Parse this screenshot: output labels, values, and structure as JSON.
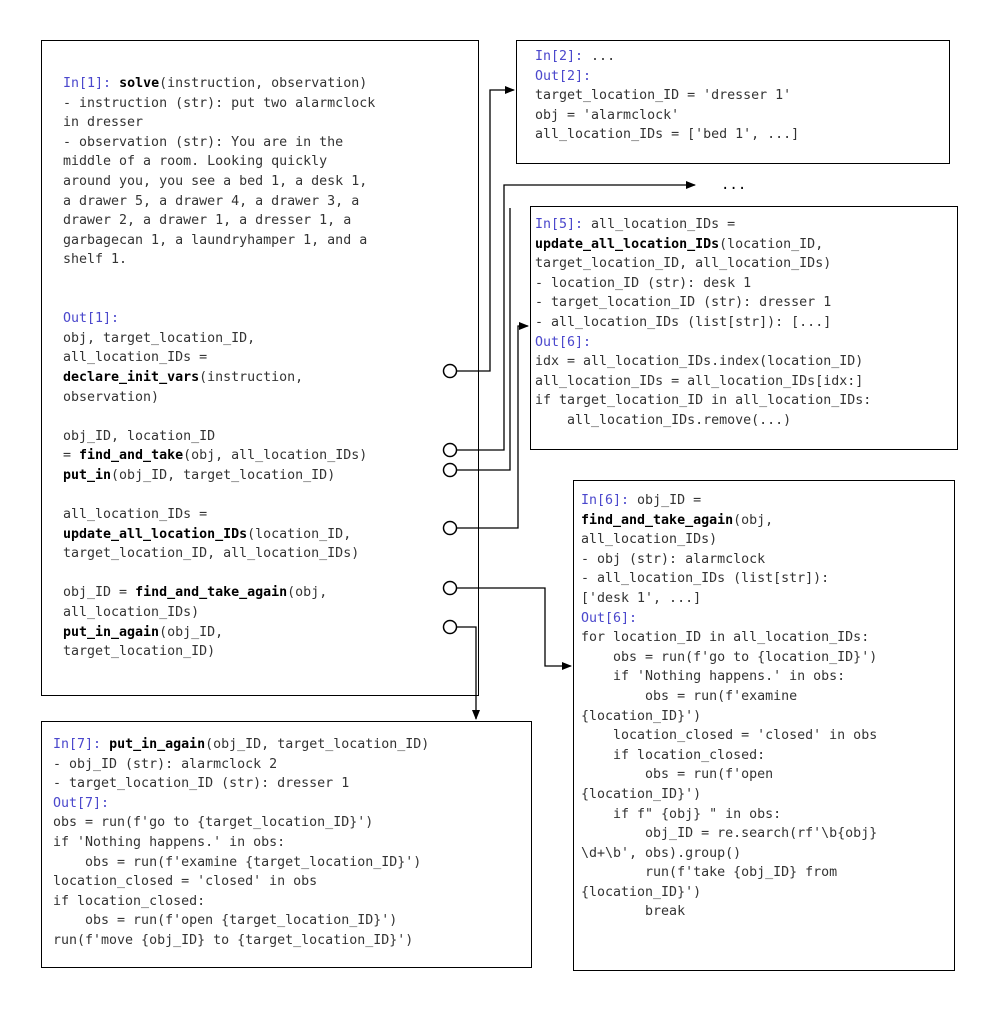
{
  "colors": {
    "prompt_tag": "#4a47cc",
    "text": "#333333",
    "function": "#000000",
    "line": "#000000"
  },
  "boxes": [
    {
      "id": "main-cell",
      "lines": [
        [
          [
            "tag",
            "In[1]:"
          ],
          [
            "txt",
            " "
          ],
          [
            "fn",
            "solve"
          ],
          [
            "txt",
            "(instruction, observation)"
          ]
        ],
        [
          [
            "txt",
            "- instruction (str): put two alarmclock"
          ]
        ],
        [
          [
            "txt",
            "in dresser"
          ]
        ],
        [
          [
            "txt",
            "- observation (str): You are in the"
          ]
        ],
        [
          [
            "txt",
            "middle of a room. Looking quickly"
          ]
        ],
        [
          [
            "txt",
            "around you, you see a bed 1, a desk 1,"
          ]
        ],
        [
          [
            "txt",
            "a drawer 5, a drawer 4, a drawer 3, a"
          ]
        ],
        [
          [
            "txt",
            "drawer 2, a drawer 1, a dresser 1, a"
          ]
        ],
        [
          [
            "txt",
            "garbagecan 1, a laundryhamper 1, and a"
          ]
        ],
        [
          [
            "txt",
            "shelf 1."
          ]
        ],
        [],
        [],
        [
          [
            "tag",
            "Out[1]:"
          ]
        ],
        [
          [
            "txt",
            "obj, target_location_ID,"
          ]
        ],
        [
          [
            "txt",
            "all_location_IDs ="
          ]
        ],
        [
          [
            "fn",
            "declare_init_vars"
          ],
          [
            "txt",
            "(instruction,"
          ]
        ],
        [
          [
            "txt",
            "observation)"
          ]
        ],
        [],
        [
          [
            "txt",
            "obj_ID, location_ID"
          ]
        ],
        [
          [
            "txt",
            "= "
          ],
          [
            "fn",
            "find_and_take"
          ],
          [
            "txt",
            "(obj, all_location_IDs)"
          ]
        ],
        [
          [
            "fn",
            "put_in"
          ],
          [
            "txt",
            "(obj_ID, target_location_ID)"
          ]
        ],
        [],
        [
          [
            "txt",
            "all_location_IDs ="
          ]
        ],
        [
          [
            "fn",
            "update_all_location_IDs"
          ],
          [
            "txt",
            "(location_ID,"
          ]
        ],
        [
          [
            "txt",
            "target_location_ID, all_location_IDs)"
          ]
        ],
        [],
        [
          [
            "txt",
            "obj_ID = "
          ],
          [
            "fn",
            "find_and_take_again"
          ],
          [
            "txt",
            "(obj,"
          ]
        ],
        [
          [
            "txt",
            "all_location_IDs)"
          ]
        ],
        [
          [
            "fn",
            "put_in_again"
          ],
          [
            "txt",
            "(obj_ID,"
          ]
        ],
        [
          [
            "txt",
            "target_location_ID)"
          ]
        ]
      ]
    },
    {
      "id": "cell-2",
      "lines": [
        [
          [
            "tag",
            "In[2]:"
          ],
          [
            "txt",
            " ..."
          ]
        ],
        [
          [
            "tag",
            "Out[2]:"
          ]
        ],
        [
          [
            "txt",
            "target_location_ID = 'dresser 1'"
          ]
        ],
        [
          [
            "txt",
            "obj = 'alarmclock'"
          ]
        ],
        [
          [
            "txt",
            "all_location_IDs = ['bed 1', ...]"
          ]
        ]
      ]
    },
    {
      "id": "cell-5",
      "lines": [
        [
          [
            "tag",
            "In[5]:"
          ],
          [
            "txt",
            " all_location_IDs ="
          ]
        ],
        [
          [
            "fn",
            "update_all_location_IDs"
          ],
          [
            "txt",
            "(location_ID,"
          ]
        ],
        [
          [
            "txt",
            "target_location_ID, all_location_IDs)"
          ]
        ],
        [
          [
            "txt",
            "- location_ID (str): desk 1"
          ]
        ],
        [
          [
            "txt",
            "- target_location_ID (str): dresser 1"
          ]
        ],
        [
          [
            "txt",
            "- all_location_IDs (list[str]): [...]"
          ]
        ],
        [
          [
            "tag",
            "Out[6]:"
          ]
        ],
        [
          [
            "txt",
            "idx = all_location_IDs.index(location_ID)"
          ]
        ],
        [
          [
            "txt",
            "all_location_IDs = all_location_IDs[idx:]"
          ]
        ],
        [
          [
            "txt",
            "if target_location_ID in all_location_IDs:"
          ]
        ],
        [
          [
            "txt",
            "    all_location_IDs.remove(...)"
          ]
        ]
      ]
    },
    {
      "id": "cell-6",
      "lines": [
        [
          [
            "tag",
            "In[6]:"
          ],
          [
            "txt",
            " obj_ID ="
          ]
        ],
        [
          [
            "fn",
            "find_and_take_again"
          ],
          [
            "txt",
            "(obj,"
          ]
        ],
        [
          [
            "txt",
            "all_location_IDs)"
          ]
        ],
        [
          [
            "txt",
            "- obj (str): alarmclock"
          ]
        ],
        [
          [
            "txt",
            "- all_location_IDs (list[str]):"
          ]
        ],
        [
          [
            "txt",
            "['desk 1', ...]"
          ]
        ],
        [
          [
            "tag",
            "Out[6]:"
          ]
        ],
        [
          [
            "txt",
            "for location_ID in all_location_IDs:"
          ]
        ],
        [
          [
            "txt",
            "    obs = run(f'go to {location_ID}')"
          ]
        ],
        [
          [
            "txt",
            "    if 'Nothing happens.' in obs:"
          ]
        ],
        [
          [
            "txt",
            "        obs = run(f'examine"
          ]
        ],
        [
          [
            "txt",
            "{location_ID}')"
          ]
        ],
        [
          [
            "txt",
            "    location_closed = 'closed' in obs"
          ]
        ],
        [
          [
            "txt",
            "    if location_closed:"
          ]
        ],
        [
          [
            "txt",
            "        obs = run(f'open"
          ]
        ],
        [
          [
            "txt",
            "{location_ID}')"
          ]
        ],
        [
          [
            "txt",
            "    if f\" {obj} \" in obs:"
          ]
        ],
        [
          [
            "txt",
            "        obj_ID = re.search(rf'\\b{obj}"
          ]
        ],
        [
          [
            "txt",
            "\\d+\\b', obs).group()"
          ]
        ],
        [
          [
            "txt",
            "        run(f'take {obj_ID} from"
          ]
        ],
        [
          [
            "txt",
            "{location_ID}')"
          ]
        ],
        [
          [
            "txt",
            "        break"
          ]
        ]
      ]
    },
    {
      "id": "cell-7",
      "lines": [
        [
          [
            "tag",
            "In[7]:"
          ],
          [
            "txt",
            " "
          ],
          [
            "fn",
            "put_in_again"
          ],
          [
            "txt",
            "(obj_ID, target_location_ID)"
          ]
        ],
        [
          [
            "txt",
            "- obj_ID (str): alarmclock 2"
          ]
        ],
        [
          [
            "txt",
            "- target_location_ID (str): dresser 1"
          ]
        ],
        [
          [
            "tag",
            "Out[7]:"
          ]
        ],
        [
          [
            "txt",
            "obs = run(f'go to {target_location_ID}')"
          ]
        ],
        [
          [
            "txt",
            "if 'Nothing happens.' in obs:"
          ]
        ],
        [
          [
            "txt",
            "    obs = run(f'examine {target_location_ID}')"
          ]
        ],
        [
          [
            "txt",
            "location_closed = 'closed' in obs"
          ]
        ],
        [
          [
            "txt",
            "if location_closed:"
          ]
        ],
        [
          [
            "txt",
            "    obs = run(f'open {target_location_ID}')"
          ]
        ],
        [
          [
            "txt",
            "run(f'move {obj_ID} to {target_location_ID}')"
          ]
        ]
      ]
    }
  ],
  "ellipsis": "..."
}
